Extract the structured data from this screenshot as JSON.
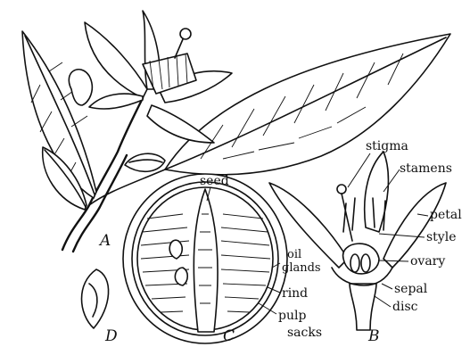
{
  "figure": {
    "labels": {
      "A": "A",
      "B": "B",
      "C": "C",
      "D": "D",
      "seed": "seed",
      "stigma": "stigma",
      "stamens": "stamens",
      "petal": "petal",
      "style": "style",
      "ovary": "ovary",
      "sepal": "sepal",
      "disc": "disc",
      "oil_glands_1": "oil",
      "oil_glands_2": "glands",
      "rind": "rind",
      "pulp_sacks_1": "pulp",
      "pulp_sacks_2": "sacks"
    }
  }
}
